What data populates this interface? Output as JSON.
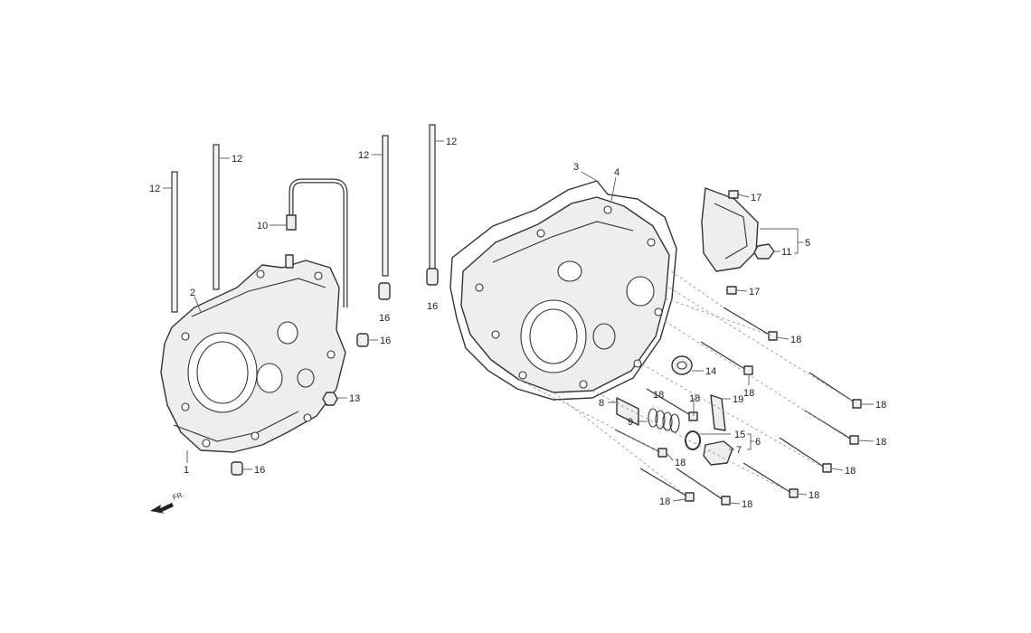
{
  "diagram": {
    "callouts": [
      "1",
      "2",
      "3",
      "4",
      "5",
      "6",
      "7",
      "8",
      "9",
      "10",
      "11",
      "12",
      "12",
      "12",
      "12",
      "13",
      "14",
      "15",
      "16",
      "16",
      "16",
      "16",
      "17",
      "17",
      "18",
      "18",
      "18",
      "18",
      "18",
      "18",
      "18",
      "18",
      "18",
      "18",
      "18",
      "19"
    ],
    "direction_marker": "FR."
  }
}
